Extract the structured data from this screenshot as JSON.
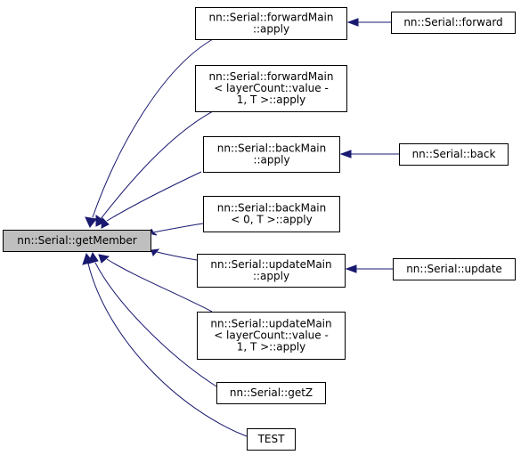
{
  "colors": {
    "edge": "#191970",
    "focus_fill": "#bfbfbf",
    "node_fill": "#ffffff",
    "node_border": "#000000"
  },
  "nodes": {
    "getMember": {
      "lines": [
        "nn::Serial::getMember"
      ]
    },
    "forwardMain_apply": {
      "lines": [
        "nn::Serial::forwardMain",
        "::apply"
      ]
    },
    "forward": {
      "lines": [
        "nn::Serial::forward"
      ]
    },
    "forwardMain_layer_apply": {
      "lines": [
        "nn::Serial::forwardMain",
        "< layerCount::value -",
        "1, T >::apply"
      ]
    },
    "backMain_apply": {
      "lines": [
        "nn::Serial::backMain",
        "::apply"
      ]
    },
    "back": {
      "lines": [
        "nn::Serial::back"
      ]
    },
    "backMain_0_apply": {
      "lines": [
        "nn::Serial::backMain",
        "< 0, T >::apply"
      ]
    },
    "updateMain_apply": {
      "lines": [
        "nn::Serial::updateMain",
        "::apply"
      ]
    },
    "update": {
      "lines": [
        "nn::Serial::update"
      ]
    },
    "updateMain_layer_apply": {
      "lines": [
        "nn::Serial::updateMain",
        "< layerCount::value -",
        "1, T >::apply"
      ]
    },
    "getZ": {
      "lines": [
        "nn::Serial::getZ"
      ]
    },
    "TEST": {
      "lines": [
        "TEST"
      ]
    }
  },
  "edges": [
    {
      "from": "forwardMain_apply",
      "to": "getMember"
    },
    {
      "from": "forwardMain_layer_apply",
      "to": "getMember"
    },
    {
      "from": "backMain_apply",
      "to": "getMember"
    },
    {
      "from": "backMain_0_apply",
      "to": "getMember"
    },
    {
      "from": "updateMain_apply",
      "to": "getMember"
    },
    {
      "from": "updateMain_layer_apply",
      "to": "getMember"
    },
    {
      "from": "getZ",
      "to": "getMember"
    },
    {
      "from": "TEST",
      "to": "getMember"
    },
    {
      "from": "forward",
      "to": "forwardMain_apply"
    },
    {
      "from": "back",
      "to": "backMain_apply"
    },
    {
      "from": "update",
      "to": "updateMain_apply"
    }
  ]
}
